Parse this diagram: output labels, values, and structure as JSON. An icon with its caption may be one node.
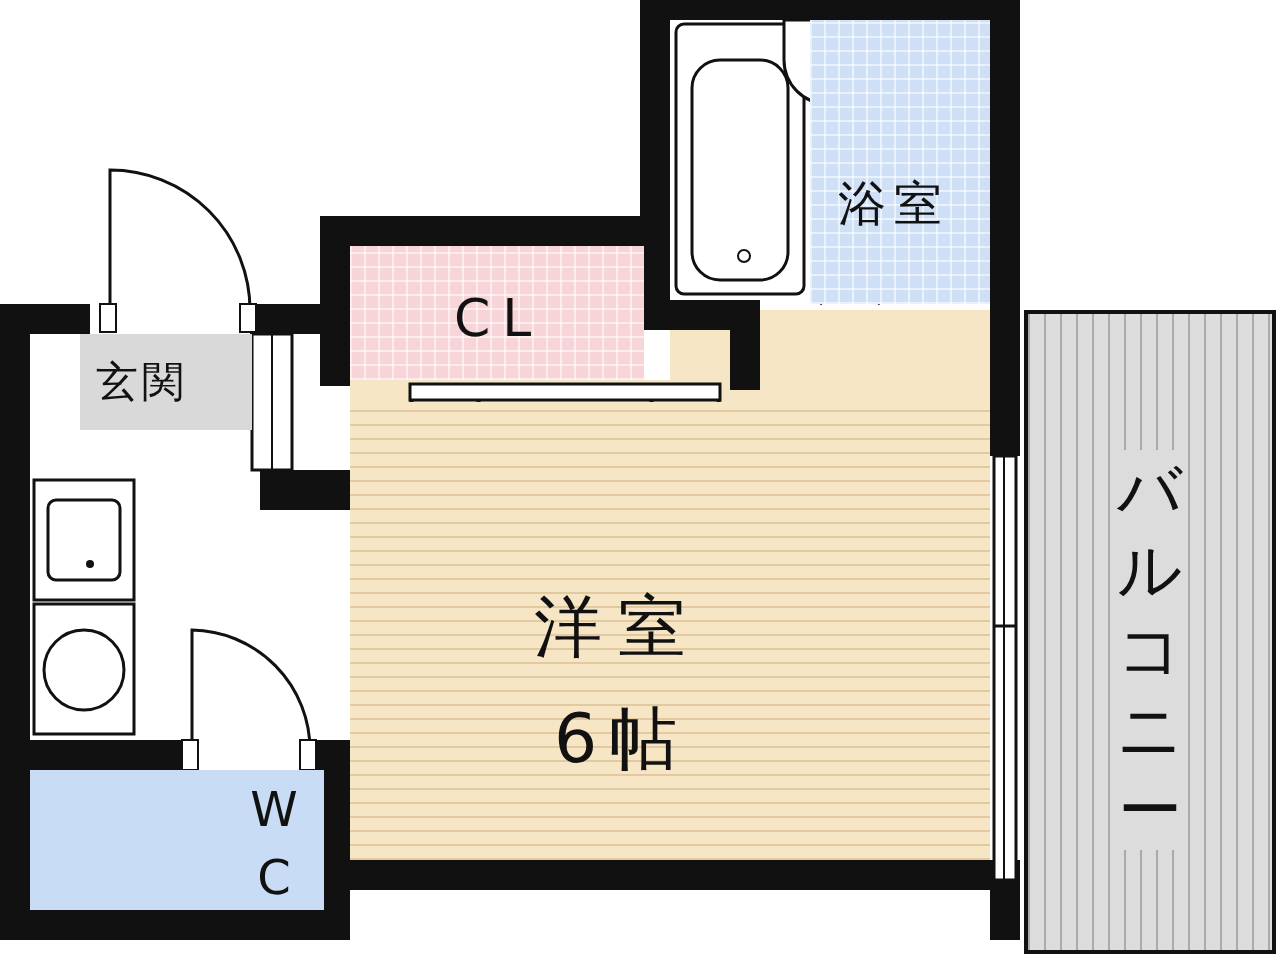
{
  "diagram": {
    "nodes": [
      {
        "text": [
          "浴室"
        ]
      },
      {
        "text": [
          "CL"
        ]
      },
      {
        "text": [
          "玄関"
        ]
      },
      {
        "text": [
          "洋室",
          "6帖"
        ]
      },
      {
        "text": [
          "バルコニー"
        ]
      },
      {
        "text": [
          "WC"
        ]
      }
    ]
  }
}
